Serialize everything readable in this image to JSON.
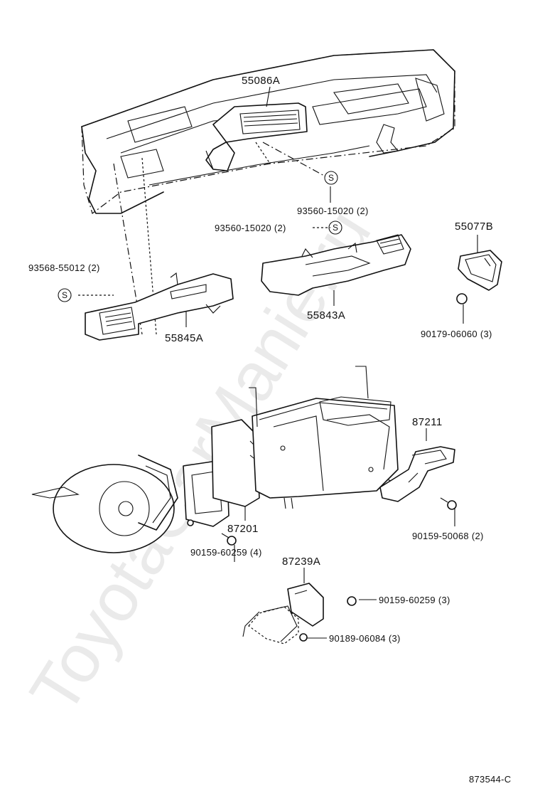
{
  "watermark": "ToyotaCarManie.ru",
  "diagram_code": "873544-C",
  "screw_symbol": "S",
  "labels": {
    "p55086A": "55086A",
    "p93560_a": "93560-15020 (2)",
    "p93560_b": "93560-15020 (2)",
    "p55077B": "55077B",
    "p93568": "93568-55012 (2)",
    "p55845A": "55845A",
    "p55843A": "55843A",
    "p90179": "90179-06060 (3)",
    "p87211": "87211",
    "p87201": "87201",
    "p90159_50068": "90159-50068 (2)",
    "p90159_60259_4": "90159-60259 (4)",
    "p87239A": "87239A",
    "p90159_60259_3": "90159-60259 (3)",
    "p90189": "90189-06084 (3)"
  }
}
